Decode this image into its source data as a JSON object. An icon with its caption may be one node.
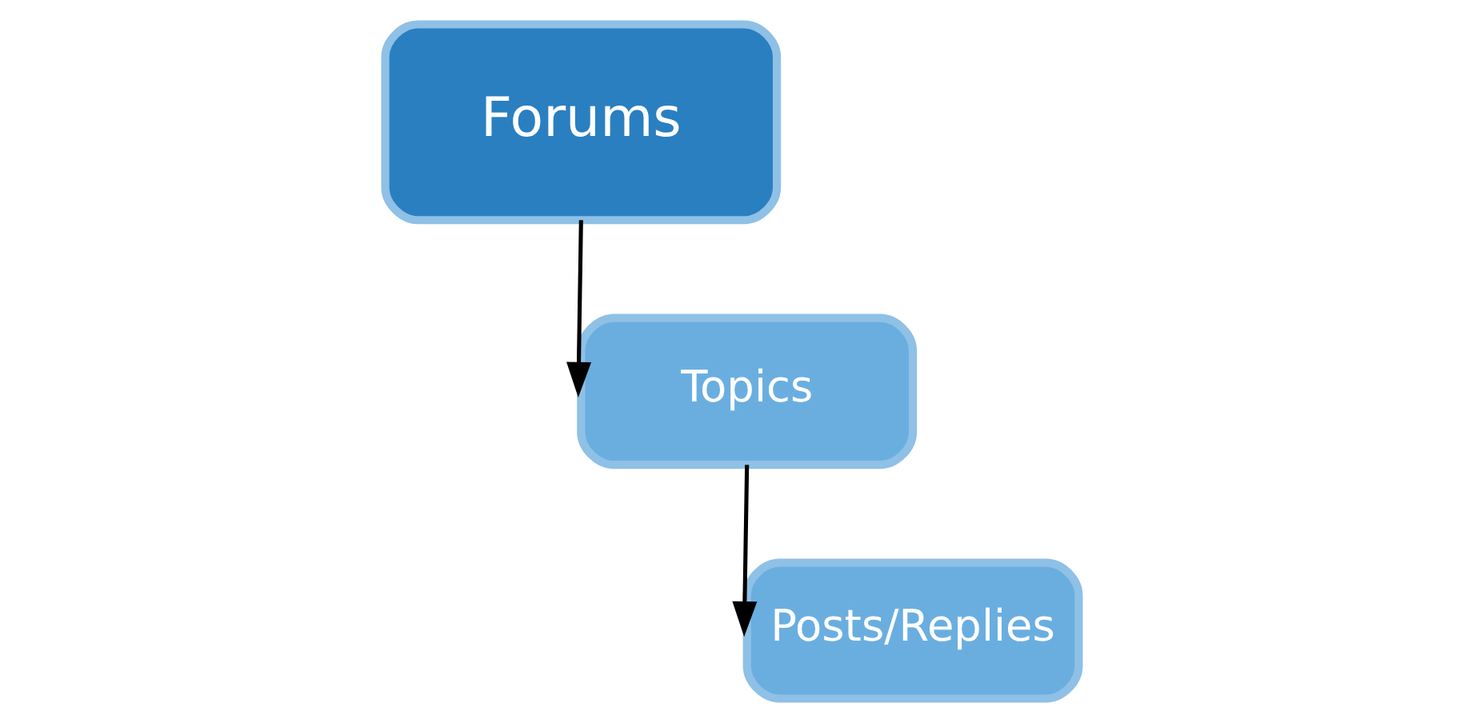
{
  "diagram": {
    "nodes": [
      {
        "text": [
          "Forums"
        ]
      },
      {
        "text": [
          "Topics"
        ]
      },
      {
        "text": [
          "Posts/Replies"
        ]
      }
    ],
    "edges": [
      {
        "from": 0,
        "to": 1,
        "arrow": "to"
      },
      {
        "from": 1,
        "to": 2,
        "arrow": "to"
      }
    ]
  }
}
